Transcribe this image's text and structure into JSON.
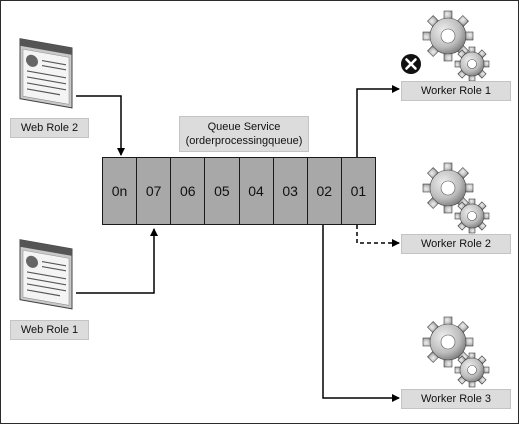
{
  "web_roles": [
    {
      "label": "Web Role 2"
    },
    {
      "label": "Web Role 1"
    }
  ],
  "queue": {
    "title": "Queue Service",
    "subtitle": "(orderprocessingqueue)",
    "cells": [
      "0n",
      "07",
      "06",
      "05",
      "04",
      "03",
      "02",
      "01"
    ]
  },
  "worker_roles": [
    {
      "label": "Worker Role 1",
      "status": "failed"
    },
    {
      "label": "Worker Role 2"
    },
    {
      "label": "Worker Role 3"
    }
  ],
  "colors": {
    "line": "#000000",
    "label_bg": "#dcdcdc",
    "queue_fill": "#a8a8a8",
    "gear_light": "#d0d0d0",
    "gear_dark": "#6e6e6e"
  },
  "icons": [
    "web-page-icon",
    "gear-icon",
    "error-x-icon"
  ]
}
